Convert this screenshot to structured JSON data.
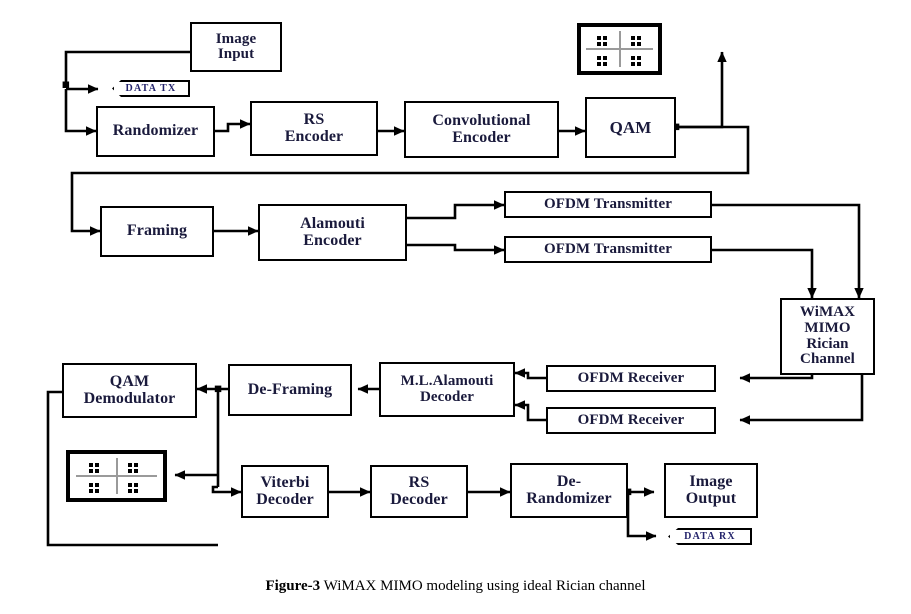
{
  "figure": {
    "caption_prefix": "Figure-3",
    "caption_text": " WiMAX MIMO modeling using ideal Rician channel"
  },
  "transmitter": {
    "image_input": "Image\nInput",
    "data_tx_tag": "DATA  TX",
    "randomizer": "Randomizer",
    "rs_encoder": "RS\nEncoder",
    "convolutional_encoder": "Convolutional\nEncoder",
    "qam": "QAM",
    "framing": "Framing",
    "alamouti_encoder": "Alamouti\nEncoder",
    "ofdm_transmitter_1": "OFDM Transmitter",
    "ofdm_transmitter_2": "OFDM Transmitter"
  },
  "channel": {
    "wimax_channel": "WiMAX\nMIMO\nRician\nChannel"
  },
  "receiver": {
    "ofdm_receiver_1": "OFDM Receiver",
    "ofdm_receiver_2": "OFDM Receiver",
    "ml_alamouti_decoder": "M.L.Alamouti\nDecoder",
    "de_framing": "De-Framing",
    "qam_demodulator": "QAM\nDemodulator",
    "viterbi_decoder": "Viterbi\nDecoder",
    "rs_decoder": "RS\nDecoder",
    "de_randomizer": "De-\nRandomizer",
    "image_output": "Image\nOutput",
    "data_rx_tag": "DATA  RX"
  },
  "scopes": {
    "tx_constellation_name": "tx-constellation-scope",
    "rx_constellation_name": "rx-constellation-scope",
    "points_per_quadrant": 4,
    "quadrants": 4
  },
  "colors": {
    "line": "#000000",
    "block_border": "#000000",
    "label_text": "#1a1a3c",
    "axis": "#9a9a9a",
    "background": "#ffffff"
  }
}
